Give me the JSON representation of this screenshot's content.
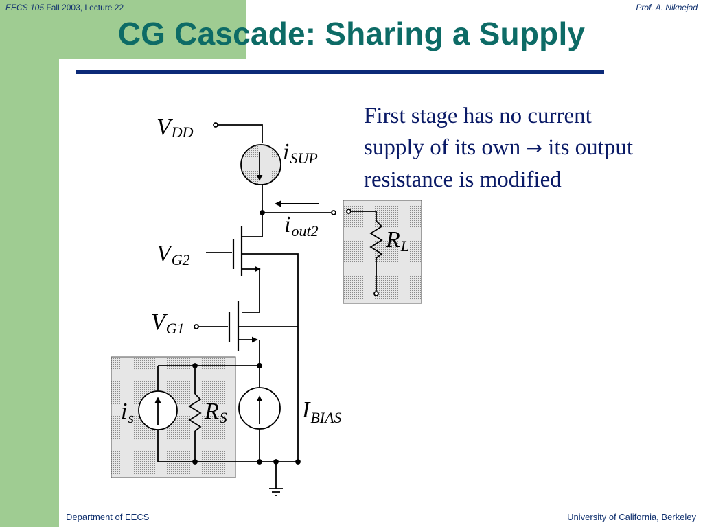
{
  "header": {
    "course": "EECS 105",
    "term": "Fall 2003, Lecture 22",
    "author": "Prof. A. Niknejad"
  },
  "title": "CG Cascade:  Sharing a Supply",
  "body": {
    "line1": "First stage has no current",
    "line2_a": "supply of its own",
    "line2_arrow": "→",
    "line2_b": "its output",
    "line3": "resistance is modified"
  },
  "circuit": {
    "vdd": {
      "main": "V",
      "sub": "DD"
    },
    "isup": {
      "main": "i",
      "sub": "SUP"
    },
    "iout": {
      "main": "i",
      "sub": "out2"
    },
    "rl": {
      "main": "R",
      "sub": "L"
    },
    "vg2": {
      "main": "V",
      "sub": "G2"
    },
    "vg1": {
      "main": "V",
      "sub": "G1"
    },
    "is": {
      "main": "i",
      "sub": "s"
    },
    "rs": {
      "main": "R",
      "sub": "S"
    },
    "ibias": {
      "main": "I",
      "sub": "BIAS"
    }
  },
  "footer": {
    "left": "Department of EECS",
    "right": "University of California, Berkeley"
  },
  "colors": {
    "accent_green": "#9fcc92",
    "title_teal": "#0d6b66",
    "rule_navy": "#0c2a78",
    "text_navy": "#0a1a66"
  }
}
